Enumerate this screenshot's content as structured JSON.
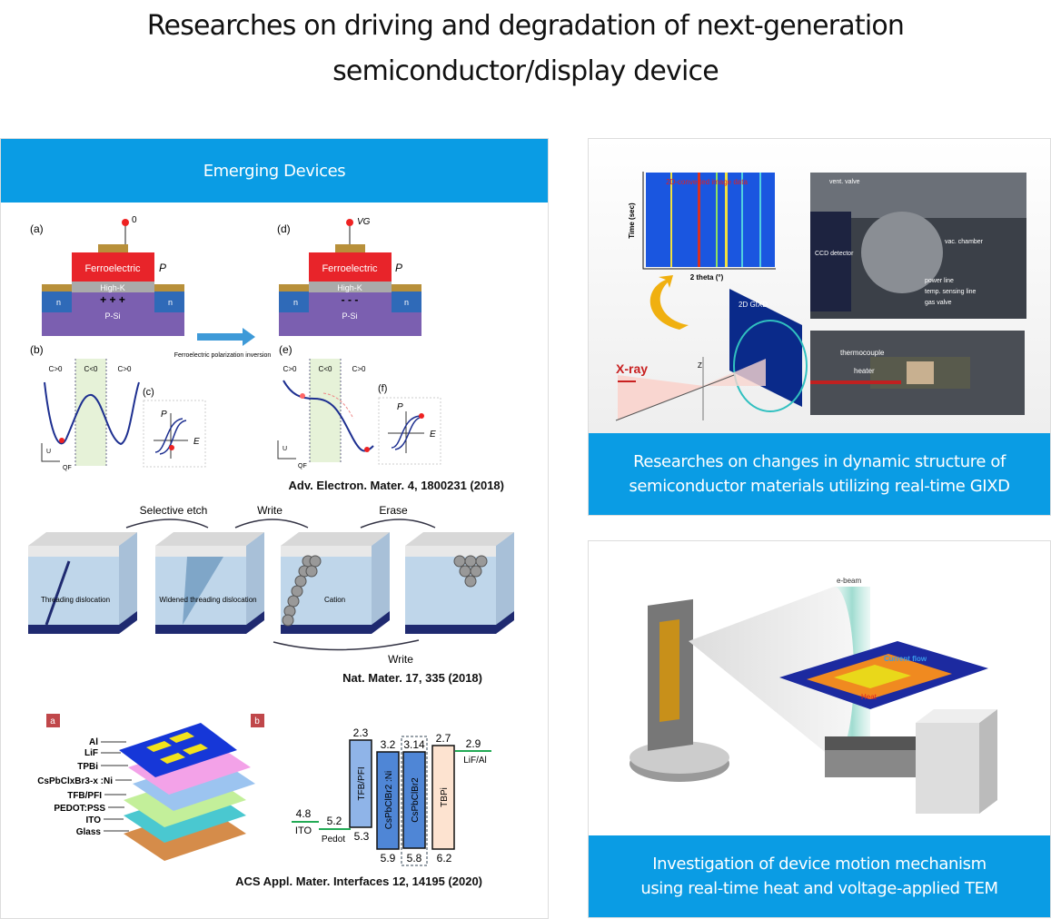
{
  "page_title": {
    "line1": "Researches on driving and degradation of next-generation",
    "line2": "semiconductor/display device"
  },
  "left_panel": {
    "header": "Emerging Devices",
    "fig1": {
      "labels": {
        "a": "(a)",
        "b": "(b)",
        "c": "(c)",
        "d": "(d)",
        "e": "(e)",
        "f": "(f)"
      },
      "gate_voltage_a": "0",
      "gate_voltage_d": "VG",
      "ferroelectric": "Ferroelectric",
      "high_k": "High-K",
      "p_si": "P-Si",
      "n": "n",
      "polarization": "P",
      "charges_a": "+ + +",
      "charges_d": "-  -  -",
      "arrow_caption": "Ferroelectric polarization inversion",
      "c_neg": "C<0",
      "c_pos": "C>0",
      "axis_u": "U",
      "axis_q": "QF",
      "axis_p": "P",
      "axis_e": "E",
      "citation": "Adv. Electron. Mater. 4, 1800231 (2018)"
    },
    "fig2": {
      "steps": [
        "Selective etch",
        "Write",
        "Erase"
      ],
      "bottom_step": "Write",
      "labels": [
        "Threading dislocation",
        "Widened threading dislocation",
        "Cation"
      ],
      "citation": "Nat. Mater. 17, 335 (2018)"
    },
    "fig3": {
      "panel_a": "a",
      "panel_b": "b",
      "layers": [
        "Al",
        "LiF",
        "TPBi",
        "CsPbClxBr3-x :Ni",
        "TFB/PFI",
        "PEDOT:PSS",
        "ITO",
        "Glass"
      ],
      "bands": [
        {
          "name": "TFB/PFI",
          "top": "2.3",
          "bottom": "5.3"
        },
        {
          "name": "CsPbClBr2 :Ni",
          "top": "3.2",
          "bottom": "5.9"
        },
        {
          "name": "CsPbClBr2",
          "top": "3.14",
          "bottom": "5.8"
        },
        {
          "name": "TBPi",
          "top": "2.7",
          "bottom": "6.2"
        }
      ],
      "ito": {
        "label": "ITO",
        "value": "4.8"
      },
      "pedot": {
        "label": "Pedot",
        "value": "5.2"
      },
      "lif_al": {
        "label": "LiF/Al",
        "value": "2.9"
      },
      "citation": "ACS Appl. Mater. Interfaces 12, 14195 (2020)"
    }
  },
  "right_top": {
    "caption_line1": "Researches on changes in dynamic structure of",
    "caption_line2": "semiconductor materials utilizing real-time GIXD",
    "heatmap_title": "2D-converted image data",
    "y_axis": "Time (sec)",
    "x_axis": "2 theta (°)",
    "gixd_label": "2D GIXD",
    "xray": "X-ray",
    "z": "Z",
    "photo_labels": [
      "vent. valve",
      "CCD detector",
      "vac. chamber",
      "power line",
      "temp. sensing line",
      "gas valve",
      "thermocouple",
      "heater"
    ]
  },
  "right_bottom": {
    "caption_line1": "Investigation of device motion mechanism",
    "caption_line2": "using real-time heat and voltage-applied TEM",
    "ebeam": "e-beam",
    "current_flow": "Current flow",
    "heat": "Heat"
  },
  "colors": {
    "accent": "#0a9ce4"
  }
}
